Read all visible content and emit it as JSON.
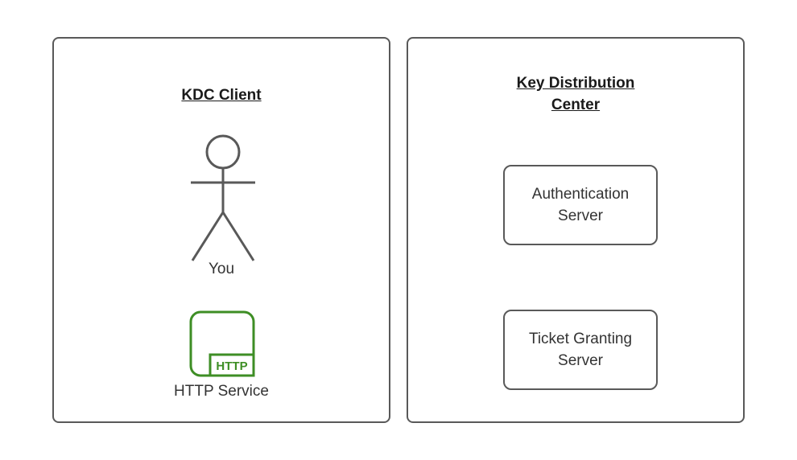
{
  "colors": {
    "panel_stroke": "#595959",
    "shape_stroke": "#595959",
    "accent_green": "#3e8e25",
    "title_text": "#1a1a1a",
    "label_text": "#333333",
    "background": "#ffffff"
  },
  "client_panel": {
    "title": "KDC Client",
    "actor": {
      "icon": "person-stick-figure-icon",
      "label": "You"
    },
    "service": {
      "icon": "http-service-icon",
      "badge": "HTTP",
      "label": "HTTP Service"
    }
  },
  "kdc_panel": {
    "title": "Key Distribution Center",
    "servers": [
      {
        "label": "Authentication Server"
      },
      {
        "label": "Ticket Granting Server"
      }
    ]
  }
}
